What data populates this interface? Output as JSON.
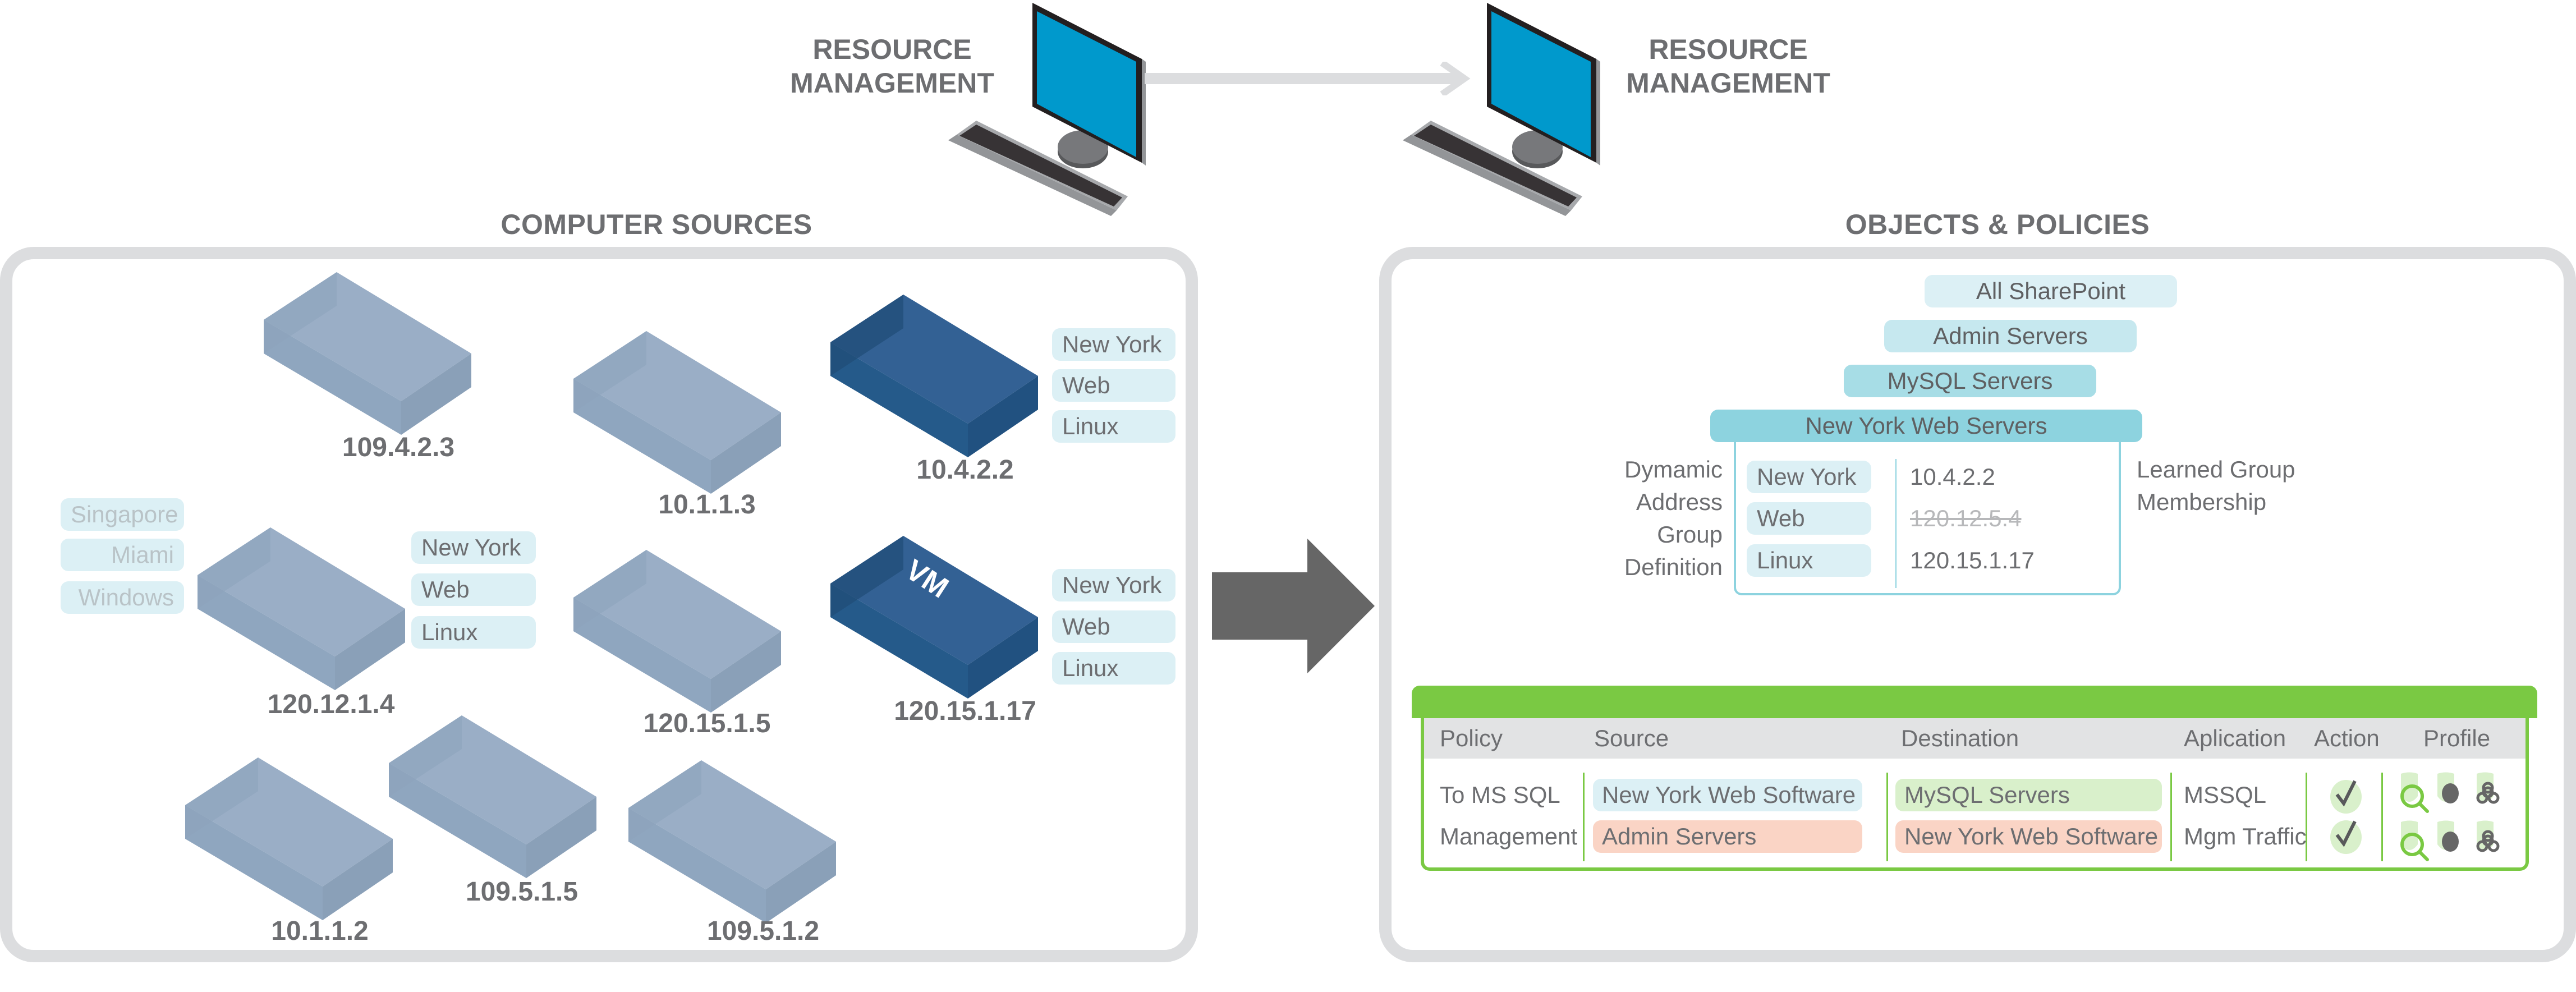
{
  "top": {
    "left_title_line1": "RESOURCE",
    "left_title_line2": "MANAGEMENT",
    "right_title_line1": "RESOURCE",
    "right_title_line2": "MANAGEMENT"
  },
  "left_panel": {
    "title": "COMPUTER SOURCES",
    "hosts": [
      {
        "ip": "109.4.2.3",
        "type": "physical"
      },
      {
        "ip": "10.1.1.3",
        "type": "physical"
      },
      {
        "ip": "10.4.2.2",
        "type": "highlighted",
        "tags": [
          "New York",
          "Web",
          "Linux"
        ]
      },
      {
        "ip": "120.12.1.4",
        "type": "physical",
        "tags": [
          "New York",
          "Web",
          "Linux"
        ],
        "faded_tags": [
          "Singapore",
          "Miami",
          "Windows"
        ]
      },
      {
        "ip": "120.15.1.5",
        "type": "physical"
      },
      {
        "ip": "120.15.1.17",
        "type": "vm",
        "badge": "VM",
        "tags": [
          "New York",
          "Web",
          "Linux"
        ]
      },
      {
        "ip": "10.1.1.2",
        "type": "physical"
      },
      {
        "ip": "109.5.1.5",
        "type": "physical"
      },
      {
        "ip": "109.5.1.2",
        "type": "physical"
      }
    ]
  },
  "right_panel": {
    "title": "OBJECTS & POLICIES",
    "groups": [
      "All SharePoint",
      "Admin Servers",
      "MySQL Servers",
      "New York Web Servers"
    ],
    "dag_label": [
      "Dymamic",
      "Address",
      "Group",
      "Definition"
    ],
    "dag_tags": [
      "New York",
      "Web",
      "Linux"
    ],
    "members": [
      {
        "ip": "10.4.2.2",
        "removed": false
      },
      {
        "ip": "120.12.5.4",
        "removed": true
      },
      {
        "ip": "120.15.1.17",
        "removed": false
      }
    ],
    "learned_label": [
      "Learned Group",
      "Membership"
    ],
    "policy_table": {
      "headers": [
        "Policy",
        "Source",
        "Destination",
        "Aplication",
        "Action",
        "Profile"
      ],
      "policy_name": [
        "To MS SQL",
        "Management"
      ],
      "rows": [
        {
          "source": "New York Web Software",
          "destination": "MySQL Servers",
          "application": "MSSQL",
          "action": "allow",
          "profiles": [
            "url-filtering-icon",
            "antivirus-icon",
            "threat-icon"
          ]
        },
        {
          "source": "Admin Servers",
          "destination": "New York Web Software",
          "application": "Mgm Traffic",
          "action": "allow",
          "profiles": [
            "url-filtering-icon",
            "antivirus-icon",
            "threat-icon"
          ]
        }
      ]
    }
  },
  "colors": {
    "accent_green": "#7ac943",
    "tag_blue": "#dcf0f5",
    "group_teal": "#8dd3df",
    "highlight_box": "#255a8a",
    "box_light": "#93aac3",
    "pill_green": "#d9f0cb",
    "pill_red": "#fad4c5"
  }
}
